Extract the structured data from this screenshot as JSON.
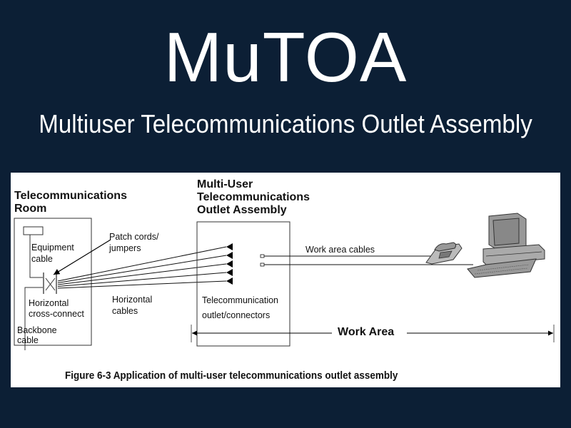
{
  "slide": {
    "title": "MuTOA",
    "subtitle": "Multiuser Telecommunications Outlet Assembly",
    "background_color": "#0c1f35",
    "text_color": "#ffffff"
  },
  "diagram": {
    "telecom_room": {
      "heading_line1": "Telecommunications",
      "heading_line2": "Room",
      "equipment_cable_line1": "Equipment",
      "equipment_cable_line2": "cable",
      "cross_connect_line1": "Horizontal",
      "cross_connect_line2": "cross-connect",
      "backbone_line1": "Backbone",
      "backbone_line2": "cable"
    },
    "patch_cords_line1": "Patch cords/",
    "patch_cords_line2": "jumpers",
    "horizontal_cables_line1": "Horizontal",
    "horizontal_cables_line2": "cables",
    "horizontal_cable_count": 5,
    "mutoa": {
      "heading_line1": "Multi-User",
      "heading_line2": "Telecommunications",
      "heading_line3": "Outlet Assembly",
      "outlet_line1": "Telecommunication",
      "outlet_line2": "outlet/connectors"
    },
    "work_area_cables": "Work area cables",
    "work_area_cable_count": 2,
    "work_area": "Work Area",
    "devices": [
      "telephone",
      "computer-workstation"
    ],
    "caption": "Figure 6-3  Application of multi-user telecommunications outlet assembly"
  }
}
